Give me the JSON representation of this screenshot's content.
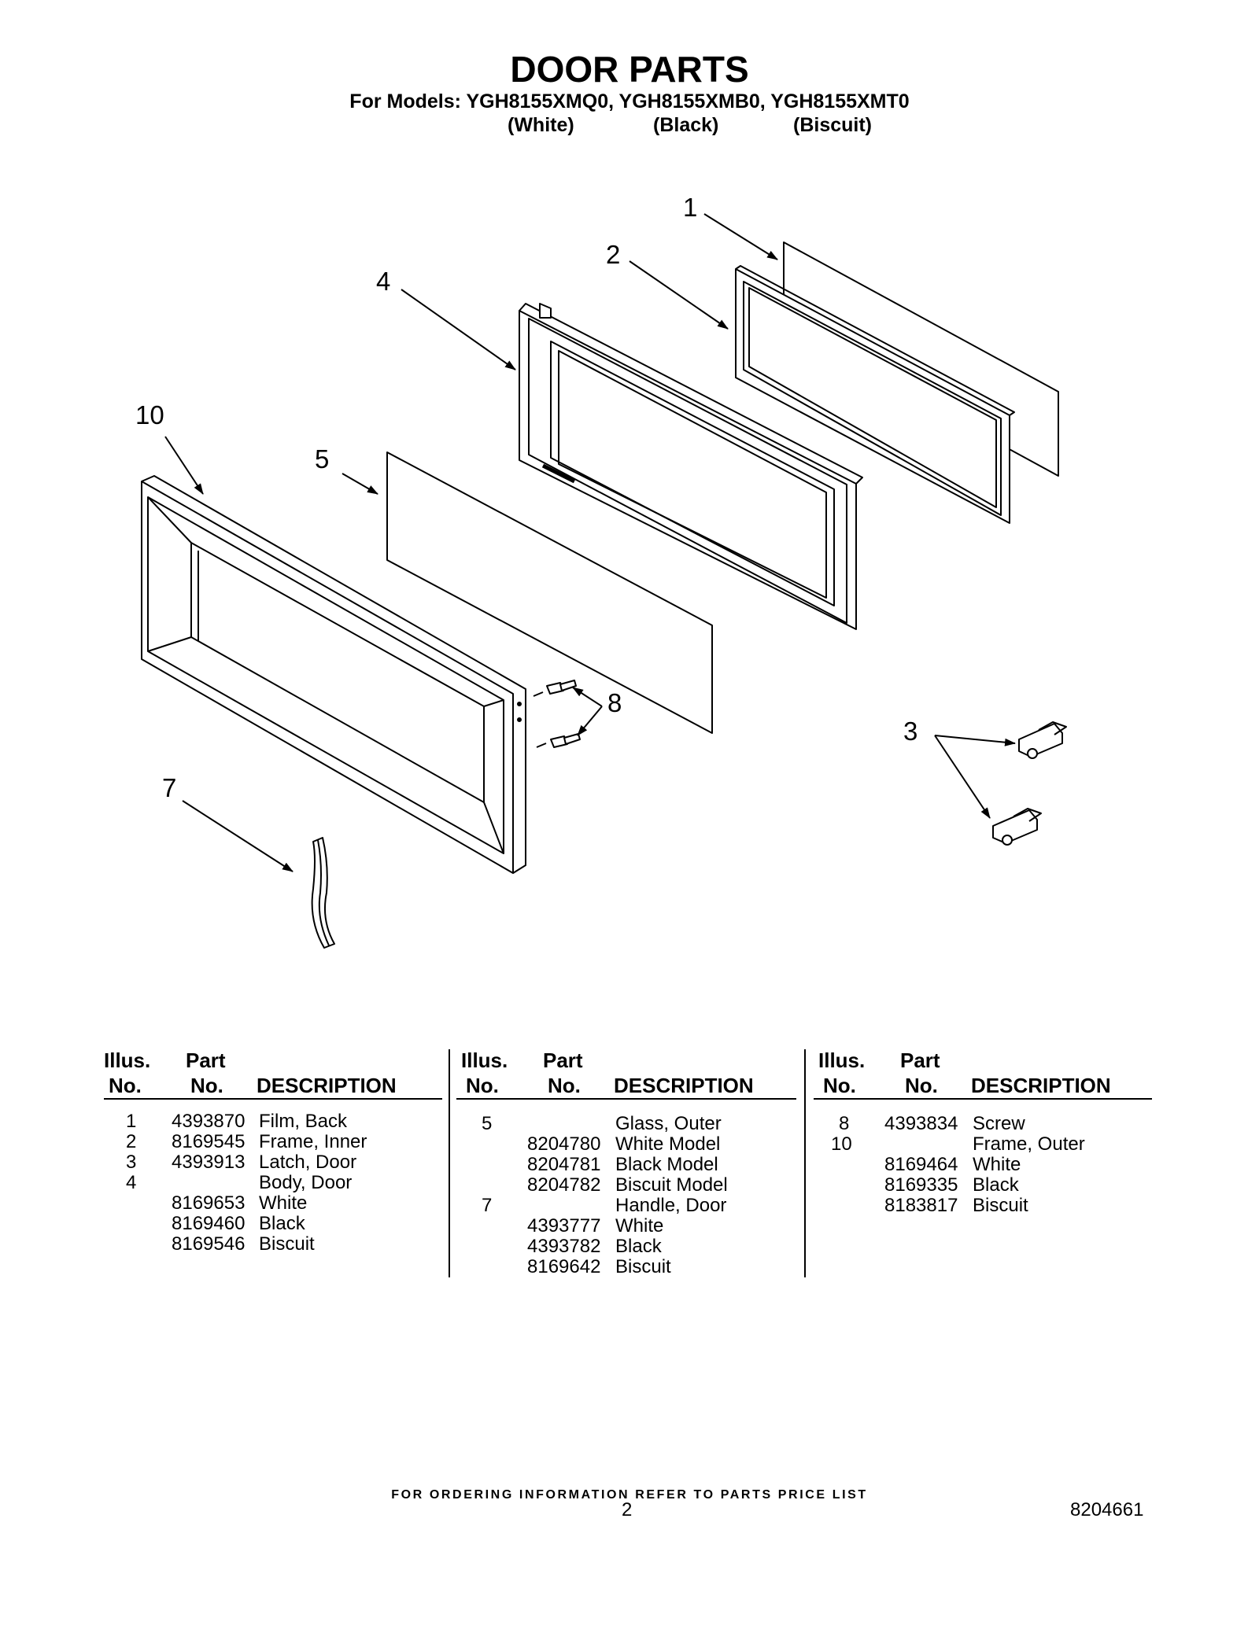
{
  "header": {
    "title": "DOOR PARTS",
    "models": "For Models: YGH8155XMQ0, YGH8155XMB0, YGH8155XMT0",
    "variants": [
      "(White)",
      "(Black)",
      "(Biscuit)"
    ]
  },
  "callouts": [
    "1",
    "2",
    "4",
    "10",
    "5",
    "8",
    "3",
    "7"
  ],
  "table": {
    "header_illus": "Illus.",
    "header_illus_no": "No.",
    "header_part": "Part",
    "header_part_no": "No.",
    "header_desc": "DESCRIPTION",
    "col1": [
      {
        "illus": "1",
        "part": "4393870",
        "desc": "Film, Back"
      },
      {
        "illus": "2",
        "part": "8169545",
        "desc": "Frame, Inner"
      },
      {
        "illus": "3",
        "part": "4393913",
        "desc": "Latch, Door"
      },
      {
        "illus": "4",
        "part": "",
        "desc": "Body, Door"
      },
      {
        "illus": "",
        "part": "8169653",
        "desc": "White"
      },
      {
        "illus": "",
        "part": "8169460",
        "desc": "Black"
      },
      {
        "illus": "",
        "part": "8169546",
        "desc": "Biscuit"
      }
    ],
    "col2": [
      {
        "illus": "5",
        "part": "",
        "desc": "Glass, Outer"
      },
      {
        "illus": "",
        "part": "8204780",
        "desc": "White Model"
      },
      {
        "illus": "",
        "part": "8204781",
        "desc": "Black Model"
      },
      {
        "illus": "",
        "part": "8204782",
        "desc": "Biscuit Model"
      },
      {
        "illus": "7",
        "part": "",
        "desc": "Handle, Door"
      },
      {
        "illus": "",
        "part": "4393777",
        "desc": "White"
      },
      {
        "illus": "",
        "part": "4393782",
        "desc": "Black"
      },
      {
        "illus": "",
        "part": "8169642",
        "desc": "Biscuit"
      }
    ],
    "col3": [
      {
        "illus": "8",
        "part": "4393834",
        "desc": "Screw"
      },
      {
        "illus": "10",
        "part": "",
        "desc": "Frame, Outer"
      },
      {
        "illus": "",
        "part": "8169464",
        "desc": "White"
      },
      {
        "illus": "",
        "part": "8169335",
        "desc": "Black"
      },
      {
        "illus": "",
        "part": "8183817",
        "desc": "Biscuit"
      }
    ]
  },
  "footer": {
    "note": "FOR ORDERING INFORMATION REFER TO PARTS PRICE LIST",
    "page": "2",
    "doc_number": "8204661"
  }
}
